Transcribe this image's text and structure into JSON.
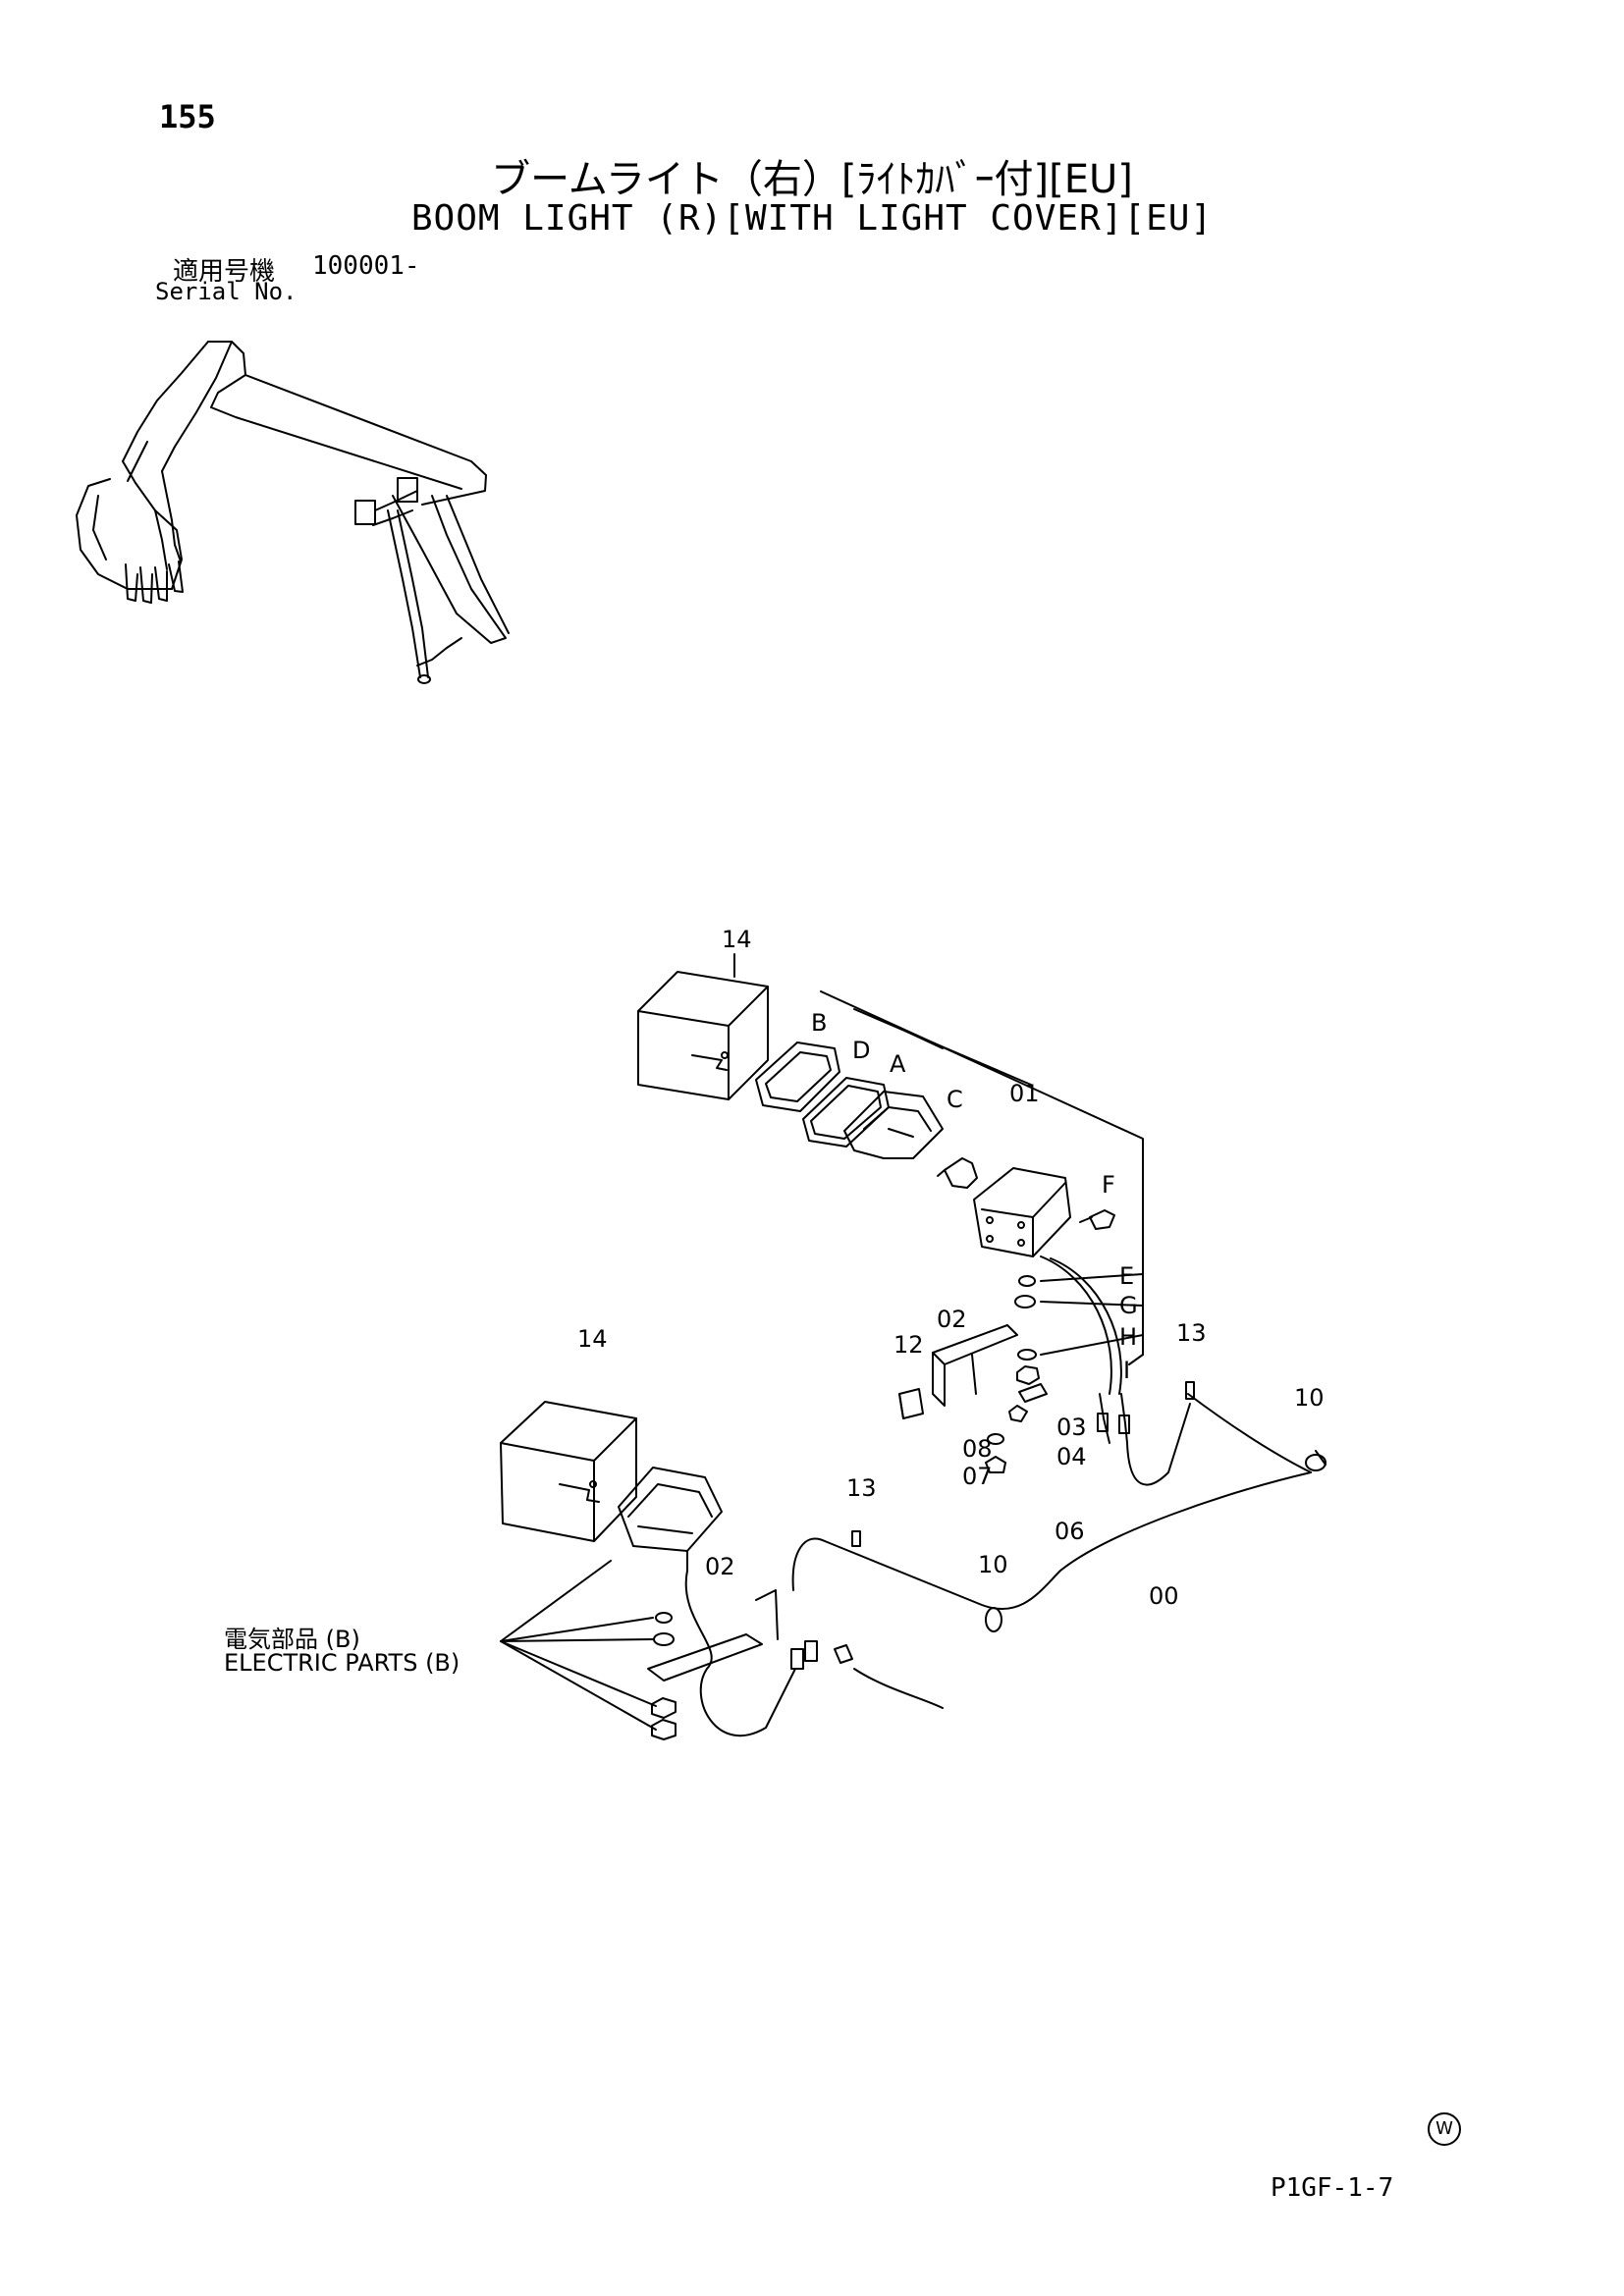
{
  "page_number": "155",
  "title_jp": "ブームライト（右）[ﾗｲﾄｶﾊﾞｰ付][EU]",
  "title_en": "BOOM LIGHT (R)[WITH LIGHT COVER][EU]",
  "serial": {
    "label_jp": "適用号機",
    "value": "100001-",
    "label_en": "Serial No."
  },
  "electric_parts": {
    "label_jp": "電気部品 (B)",
    "label_en": "ELECTRIC PARTS (B)"
  },
  "watermark": "W",
  "page_code": "P1GF-1-7",
  "callouts": {
    "c14a": "14",
    "cB": "B",
    "cD": "D",
    "cA": "A",
    "cC": "C",
    "c01": "01",
    "cF": "F",
    "cE": "E",
    "cG": "G",
    "cH": "H",
    "cI": "I",
    "c02a": "02",
    "c12": "12",
    "c13a": "13",
    "c10a": "10",
    "c03": "03",
    "c04": "04",
    "c08": "08",
    "c07": "07",
    "c06": "06",
    "c00": "00",
    "c14b": "14",
    "c13b": "13",
    "c10b": "10",
    "c02b": "02"
  }
}
